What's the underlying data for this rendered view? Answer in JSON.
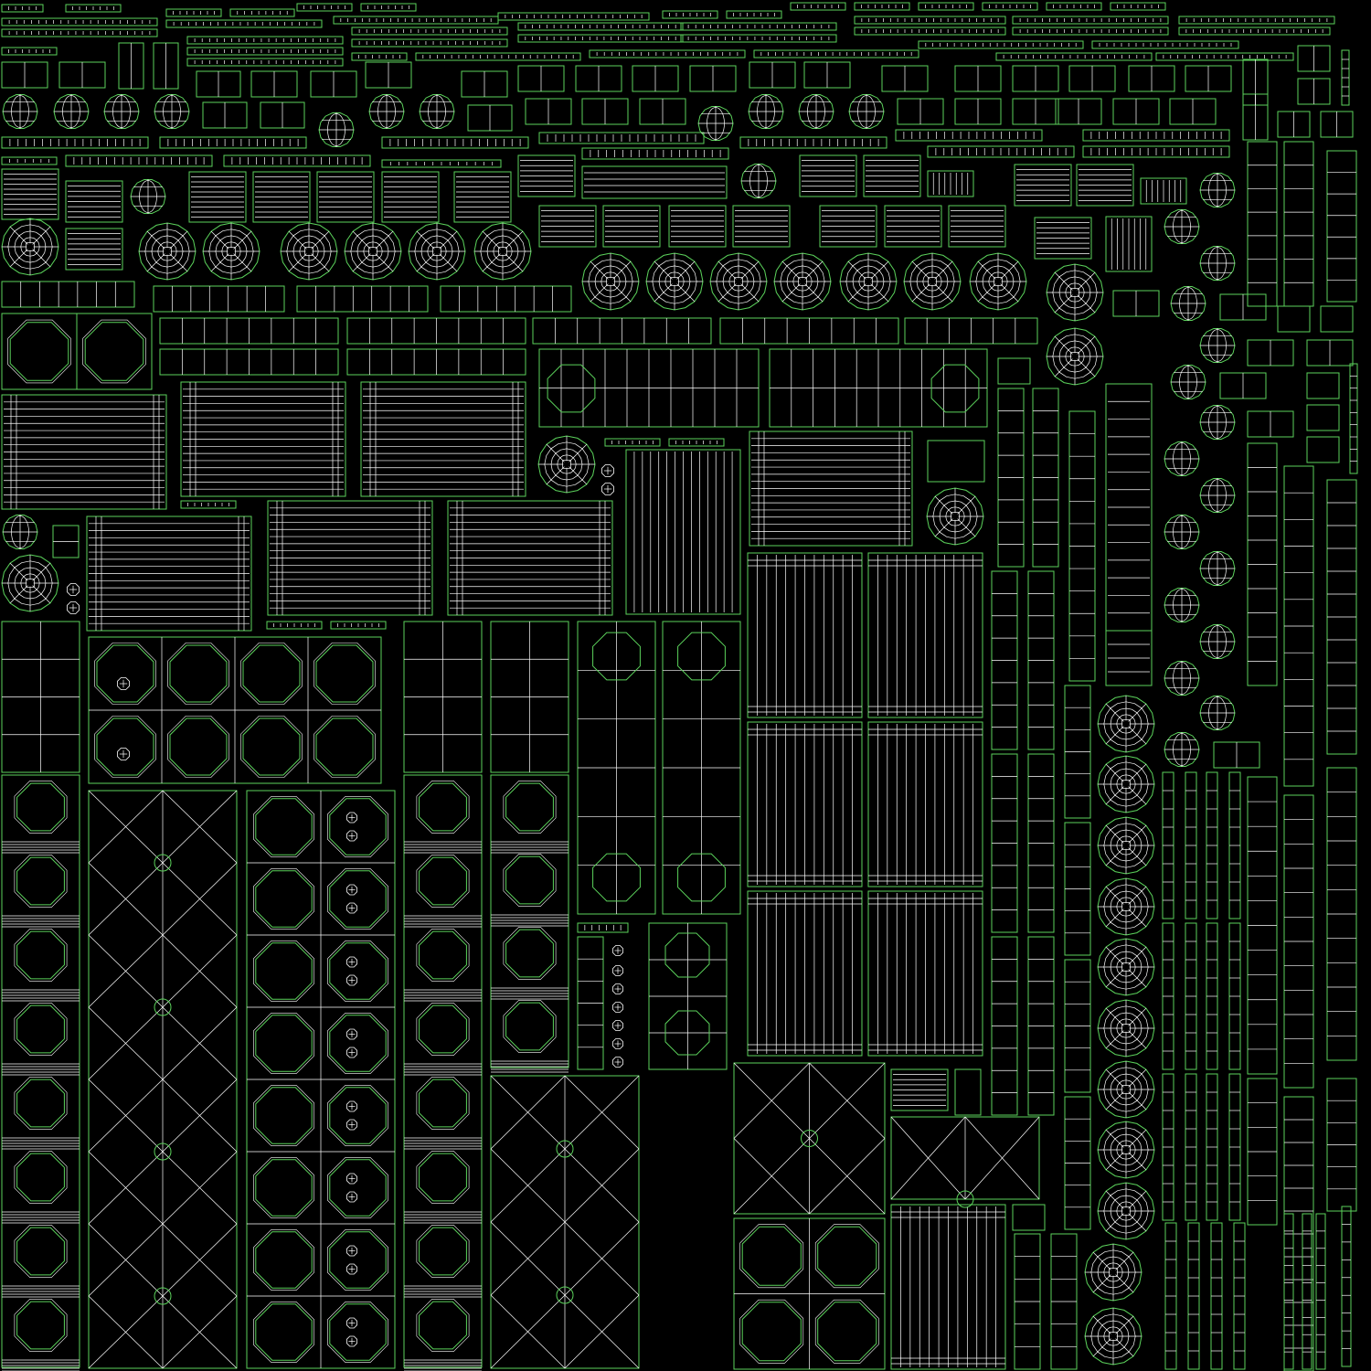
{
  "colors": {
    "background": "#000000",
    "island_outline": "#5bd25b",
    "wire_edges": "#ffffff"
  },
  "icons": {
    "rosette": "spoked-octagon-rosette",
    "globe": "latitude-longitude-disc",
    "bolt": "small-bolt-head"
  }
}
